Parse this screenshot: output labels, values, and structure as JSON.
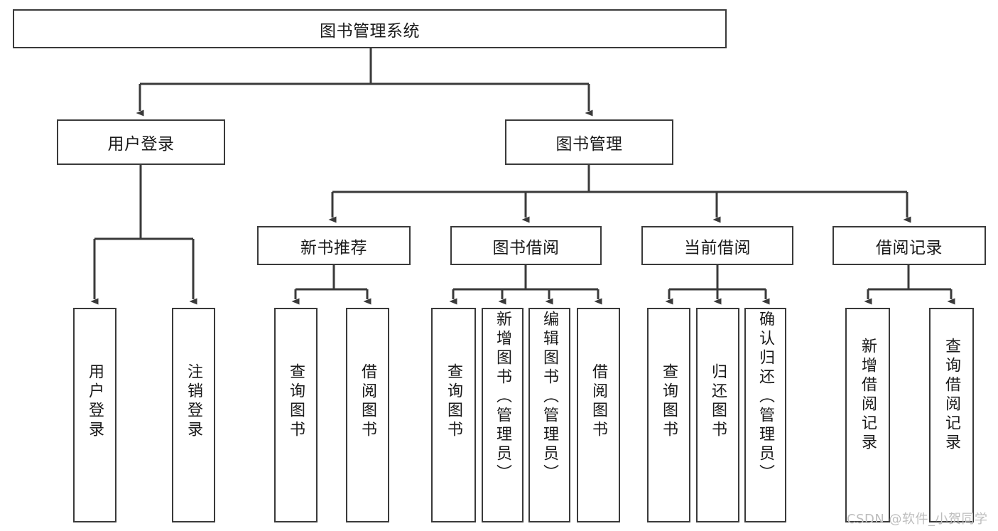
{
  "diagram": {
    "type": "tree-hierarchy-chart",
    "title": "图书管理系统",
    "stroke_color": "#3a3a3a",
    "background_color": "#ffffff",
    "text_color": "#1a1a1a"
  },
  "nodes": {
    "root": {
      "label": "图书管理系统"
    },
    "level2": [
      {
        "id": "user-login",
        "label": "用户登录"
      },
      {
        "id": "book-manage",
        "label": "图书管理"
      }
    ],
    "level3": [
      {
        "id": "new-book-rec",
        "label": "新书推荐"
      },
      {
        "id": "book-borrow",
        "label": "图书借阅"
      },
      {
        "id": "current-borrow",
        "label": "当前借阅"
      },
      {
        "id": "borrow-record",
        "label": "借阅记录"
      }
    ],
    "leaves": {
      "user_login": [
        {
          "id": "leaf-user-login",
          "label": "用户登录"
        },
        {
          "id": "leaf-logout",
          "label": "注销登录"
        }
      ],
      "new_book_rec": [
        {
          "id": "leaf-query-book-1",
          "label": "查询图书"
        },
        {
          "id": "leaf-borrow-book-1",
          "label": "借阅图书"
        }
      ],
      "book_borrow": [
        {
          "id": "leaf-query-book-2",
          "label": "查询图书"
        },
        {
          "id": "leaf-add-book",
          "label": "新增图书（管理员）"
        },
        {
          "id": "leaf-edit-book",
          "label": "编辑图书（管理员）"
        },
        {
          "id": "leaf-borrow-book-2",
          "label": "借阅图书"
        }
      ],
      "current_borrow": [
        {
          "id": "leaf-query-book-3",
          "label": "查询图书"
        },
        {
          "id": "leaf-return-book",
          "label": "归还图书"
        },
        {
          "id": "leaf-confirm-return",
          "label": "确认归还（管理员）"
        }
      ],
      "borrow_record": [
        {
          "id": "leaf-add-record",
          "label": "新增借阅记录"
        },
        {
          "id": "leaf-query-record",
          "label": "查询借阅记录"
        }
      ]
    }
  },
  "watermark": {
    "text": "CSDN @软件_小贺同学",
    "color": "#bdbdbd"
  }
}
